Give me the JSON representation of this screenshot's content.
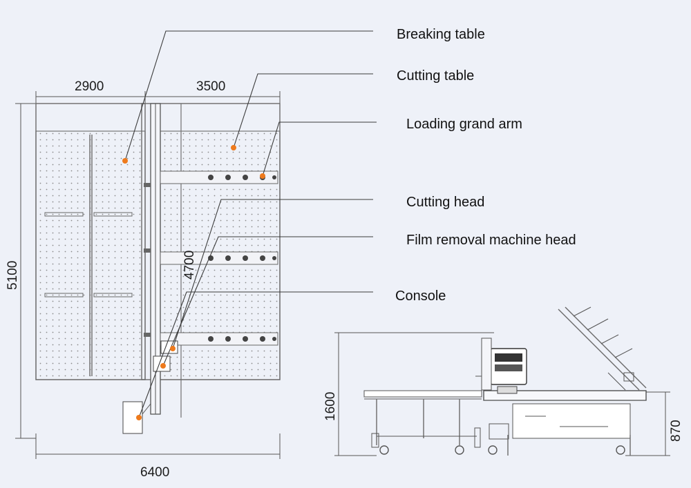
{
  "dimensions": {
    "breaking_width": "2900",
    "cutting_width": "3500",
    "total_width": "6400",
    "total_height": "5100",
    "cutting_height": "4700",
    "side_height": "1600",
    "table_height": "870"
  },
  "labels": {
    "breaking_table": "Breaking table",
    "cutting_table": "Cutting table",
    "loading_arm": "Loading grand arm",
    "cutting_head": "Cutting head",
    "film_removal_head": "Film removal machine head",
    "console": "Console"
  },
  "colors": {
    "marker": "#ee7a1c",
    "background": "#eef1f8",
    "line": "#555555"
  }
}
